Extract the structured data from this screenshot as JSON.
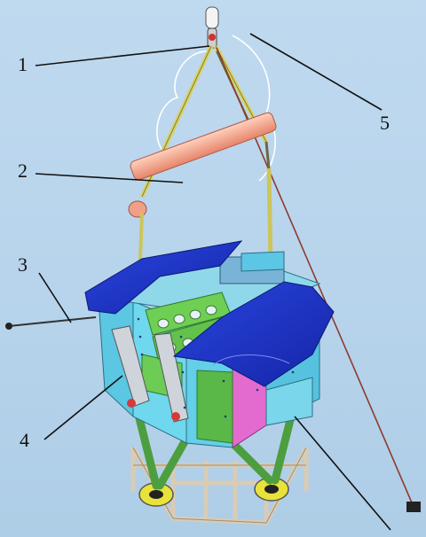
{
  "figure": {
    "callouts": [
      {
        "id": "c1",
        "text": "1"
      },
      {
        "id": "c2",
        "text": "2"
      },
      {
        "id": "c3",
        "text": "3"
      },
      {
        "id": "c4",
        "text": "4"
      },
      {
        "id": "c5",
        "text": "5"
      }
    ]
  },
  "colors": {
    "background": "#b9d5ed",
    "panel_blue": "#1a2fc4",
    "body_cyan": "#63d4ea",
    "body_magenta": "#e36bd0",
    "frame_green": "#58b84a",
    "spreader_bar": "#f2a488",
    "sling_yellow": "#d8d266",
    "stand_frame": "#e7dcc9",
    "caster_yellow": "#e8e23a"
  }
}
